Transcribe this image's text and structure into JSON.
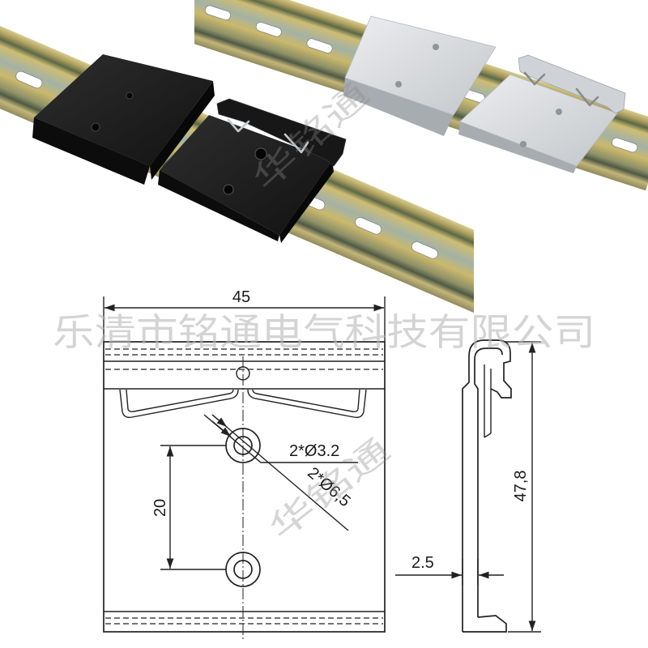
{
  "watermark": {
    "company": "乐清市铭通电气科技有限公司",
    "brand": "华铭通"
  },
  "dimensions": {
    "width": "45",
    "hole_spacing": "20",
    "small_hole": "2*Ø3.2",
    "large_hole": "2*Ø6,5",
    "height": "47,8",
    "thickness": "2.5"
  },
  "colors": {
    "black_clip_side": "#0c0c0c",
    "silver_clip_side": "#a7acb1",
    "drawing_line": "#222222"
  }
}
